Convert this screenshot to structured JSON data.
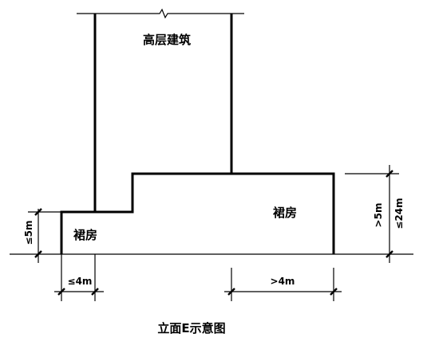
{
  "labels": {
    "tower": "高层建筑",
    "podium_left": "裙房",
    "podium_right": "裙房",
    "caption": "立面E示意图"
  },
  "dimensions": {
    "left_height": "≤5m",
    "left_width": "≤4m",
    "right_width": ">4m",
    "right_height_min": ">5m",
    "right_height_max": "≤24m"
  }
}
